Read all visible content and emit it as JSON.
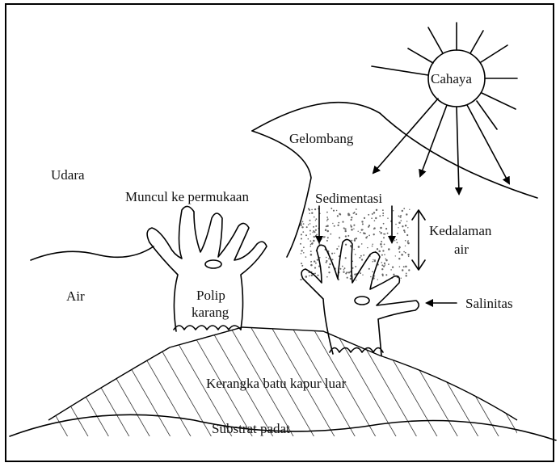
{
  "labels": {
    "cahaya": "Cahaya",
    "gelombang": "Gelombang",
    "udara": "Udara",
    "muncul": "Muncul ke permukaan",
    "sedimentasi": "Sedimentasi",
    "kedalaman_1": "Kedalaman",
    "kedalaman_2": "air",
    "air": "Air",
    "polip_1": "Polip",
    "polip_2": "karang",
    "salinitas": "Salinitas",
    "kerangka": "Kerangka batu kapur luar",
    "substrat": "Substrat padat"
  }
}
